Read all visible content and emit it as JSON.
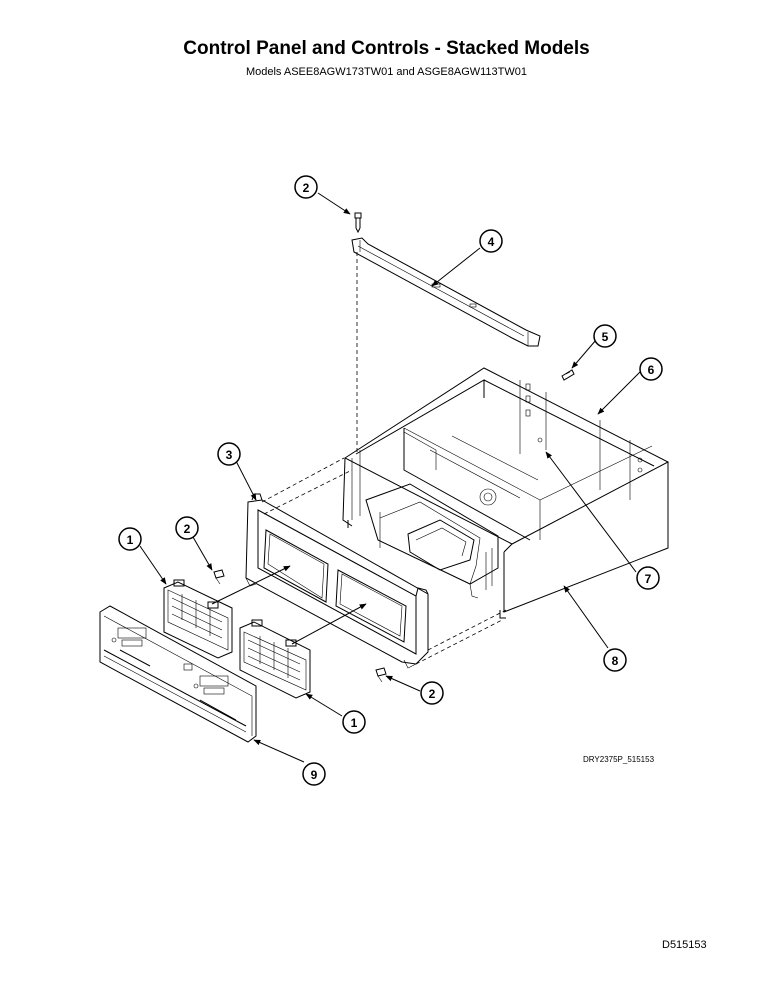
{
  "header": {
    "title": "Control Panel and Controls - Stacked Models",
    "subtitle": "Models ASEE8AGW173TW01 and ASGE8AGW113TW01"
  },
  "drawing_id": "DRY2375P_515153",
  "document_id": "D515153",
  "callouts": [
    "2",
    "4",
    "5",
    "6",
    "3",
    "7",
    "1",
    "2",
    "8",
    "2",
    "1",
    "9"
  ]
}
